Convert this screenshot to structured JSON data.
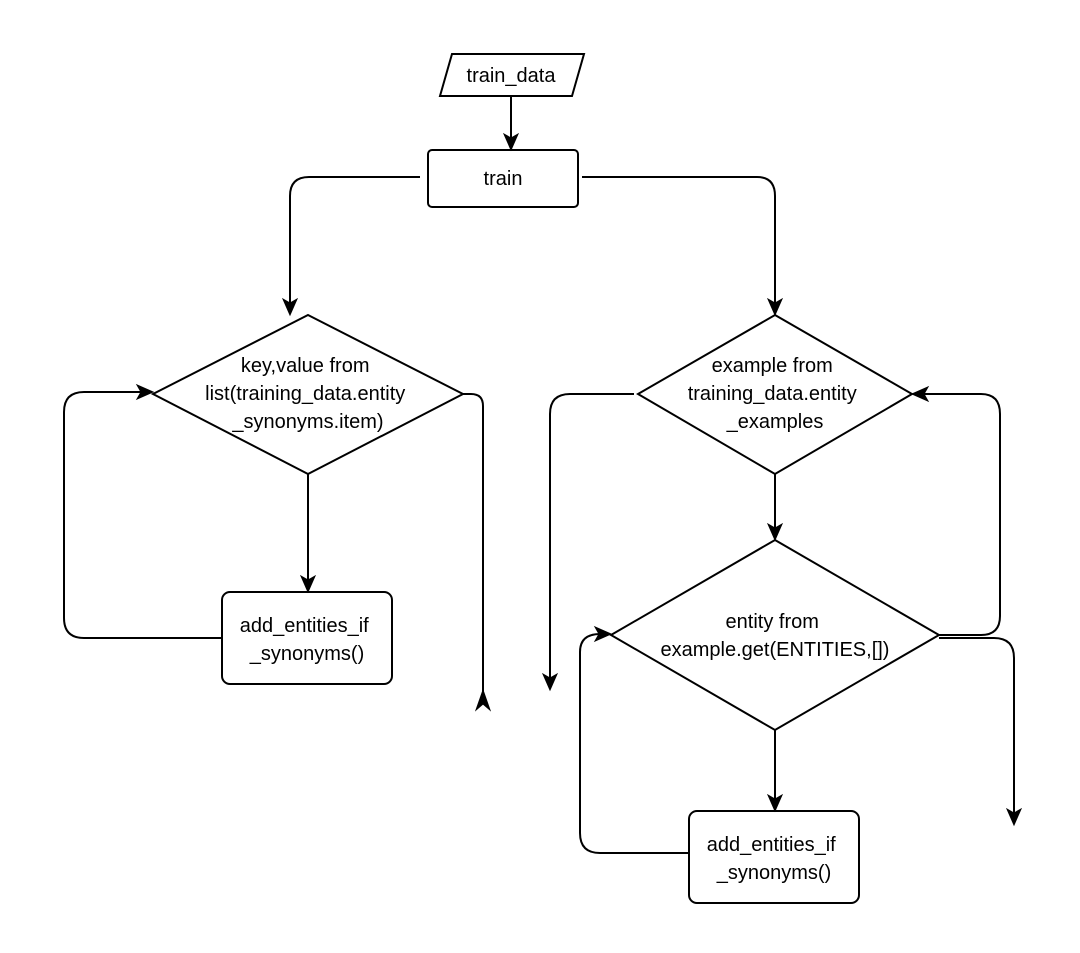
{
  "nodes": {
    "input": "train_data",
    "train": "train",
    "left_loop": [
      "key,value from",
      "list(training_data.entity",
      "_synonyms.item)"
    ],
    "left_action": [
      "add_entities_if",
      "_synonyms()"
    ],
    "right_loop": [
      "example from",
      "training_data.entity",
      "_examples"
    ],
    "inner_loop": [
      "entity from",
      "example.get(ENTITIES,[])"
    ],
    "right_action": [
      "add_entities_if",
      "_synonyms()"
    ]
  }
}
